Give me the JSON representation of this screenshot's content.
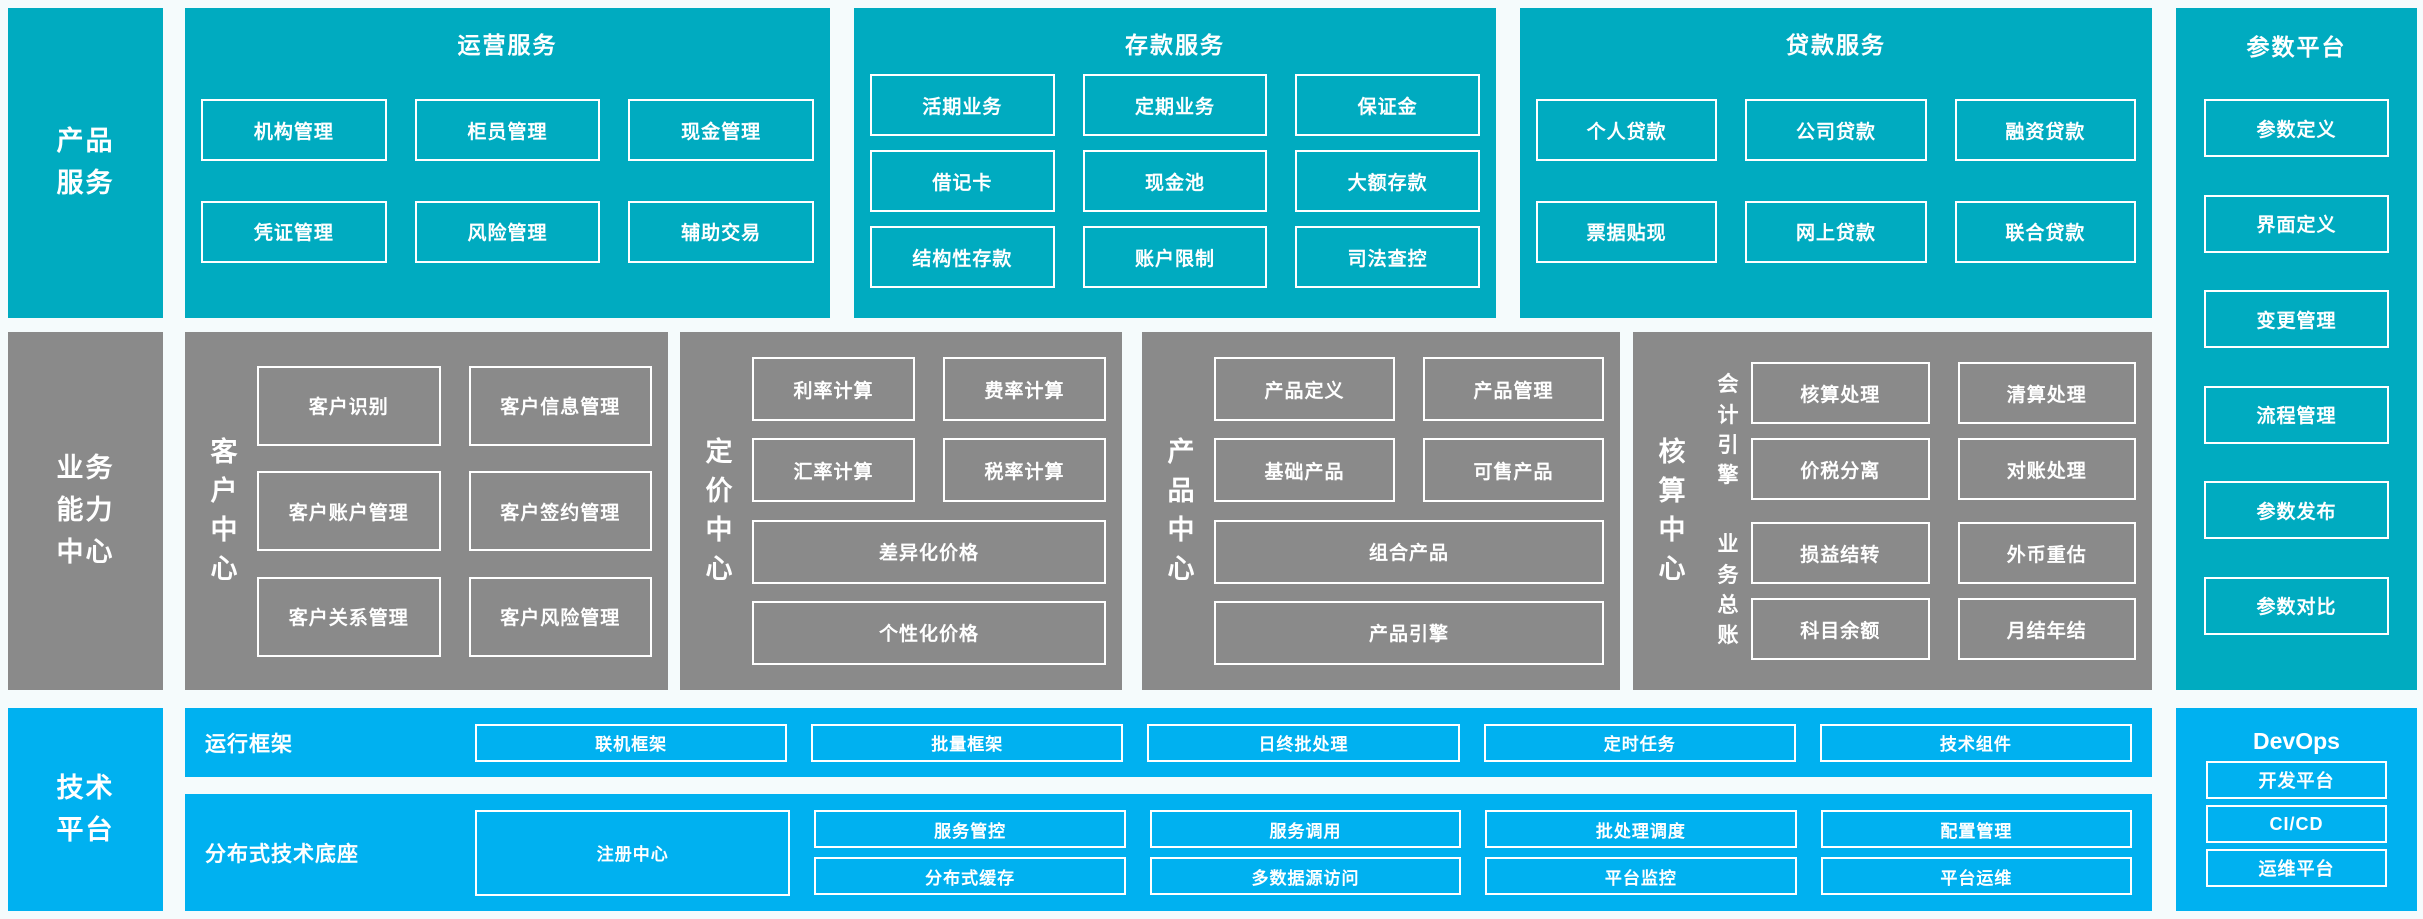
{
  "colors": {
    "teal": "#00abc0",
    "blue": "#00b1f0",
    "gray": "#8a8a8a",
    "bg": "#f5fbfc",
    "text": "#ffffff"
  },
  "top": {
    "sidebar": "产品\n服务",
    "sections": [
      {
        "title": "运营服务",
        "rows": [
          [
            "机构管理",
            "柜员管理",
            "现金管理"
          ],
          [
            "凭证管理",
            "风险管理",
            "辅助交易"
          ]
        ]
      },
      {
        "title": "存款服务",
        "rows": [
          [
            "活期业务",
            "定期业务",
            "保证金"
          ],
          [
            "借记卡",
            "现金池",
            "大额存款"
          ],
          [
            "结构性存款",
            "账户限制",
            "司法查控"
          ]
        ]
      },
      {
        "title": "贷款服务",
        "rows": [
          [
            "个人贷款",
            "公司贷款",
            "融资贷款"
          ],
          [
            "票据贴现",
            "网上贷款",
            "联合贷款"
          ]
        ]
      }
    ]
  },
  "param": {
    "title": "参数平台",
    "items": [
      "参数定义",
      "界面定义",
      "变更管理",
      "流程管理",
      "参数发布",
      "参数对比"
    ]
  },
  "middle": {
    "sidebar": "业务\n能力\n中心",
    "customer": {
      "label": "客户中心",
      "rows": [
        [
          "客户识别",
          "客户信息管理"
        ],
        [
          "客户账户管理",
          "客户签约管理"
        ],
        [
          "客户关系管理",
          "客户风险管理"
        ]
      ]
    },
    "pricing": {
      "label": "定价中心",
      "rows": [
        [
          "利率计算",
          "费率计算"
        ],
        [
          "汇率计算",
          "税率计算"
        ]
      ],
      "wide": [
        "差异化价格",
        "个性化价格"
      ]
    },
    "product": {
      "label": "产品中心",
      "rows": [
        [
          "产品定义",
          "产品管理"
        ],
        [
          "基础产品",
          "可售产品"
        ]
      ],
      "wide": [
        "组合产品",
        "产品引擎"
      ]
    },
    "accounting": {
      "label": "核算中心",
      "groups": [
        {
          "label": "会计引擎",
          "rows": [
            [
              "核算处理",
              "清算处理"
            ],
            [
              "价税分离",
              "对账处理"
            ]
          ]
        },
        {
          "label": "业务总账",
          "rows": [
            [
              "损益结转",
              "外币重估"
            ],
            [
              "科目余额",
              "月结年结"
            ]
          ]
        }
      ]
    }
  },
  "bottom": {
    "sidebar": "技术\n平台",
    "runtime": {
      "label": "运行框架",
      "items": [
        "联机框架",
        "批量框架",
        "日终批处理",
        "定时任务",
        "技术组件"
      ]
    },
    "base": {
      "label": "分布式技术底座",
      "tall": "注册中心",
      "cols": [
        [
          "服务管控",
          "分布式缓存"
        ],
        [
          "服务调用",
          "多数据源访问"
        ],
        [
          "批处理调度",
          "平台监控"
        ],
        [
          "配置管理",
          "平台运维"
        ]
      ]
    },
    "devops": {
      "title": "DevOps",
      "items": [
        "开发平台",
        "CI/CD",
        "运维平台"
      ]
    }
  }
}
